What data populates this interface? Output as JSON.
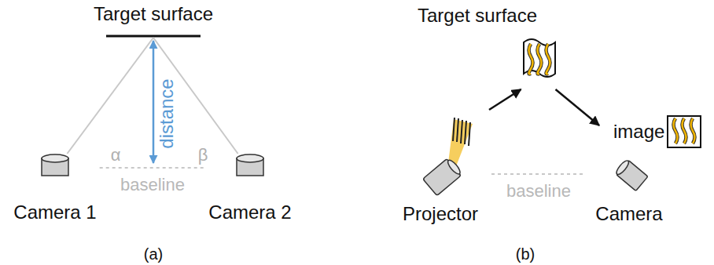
{
  "diagram": {
    "nodes": [
      {
        "text": [
          "Target surface"
        ]
      },
      {
        "text": [
          "Camera 1"
        ]
      },
      {
        "text": [
          "Camera 2"
        ]
      },
      {
        "text": [
          "Target surface"
        ]
      },
      {
        "text": [
          "image"
        ]
      },
      {
        "text": [
          "Projector"
        ]
      },
      {
        "text": [
          "Camera"
        ]
      }
    ],
    "edges": [
      {
        "from": 1,
        "to": 0,
        "arrow": "none"
      },
      {
        "from": 2,
        "to": 0,
        "arrow": "none"
      },
      {
        "from": 1,
        "to": 2,
        "label": "baseline",
        "arrow": "none"
      },
      {
        "from": 5,
        "to": 3,
        "arrow": "to"
      },
      {
        "from": 3,
        "to": 6,
        "arrow": "to"
      },
      {
        "from": 5,
        "to": 6,
        "label": "baseline",
        "arrow": "none"
      }
    ],
    "labels": [
      "α",
      "β",
      "distance",
      "(a)",
      "(b)"
    ]
  }
}
